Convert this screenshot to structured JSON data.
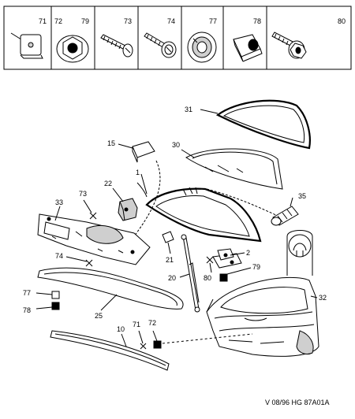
{
  "hardware_header": {
    "numbers": [
      "71",
      "72",
      "79",
      "73",
      "74",
      "77",
      "78",
      "80"
    ]
  },
  "callouts": {
    "c31": "31",
    "c15": "15",
    "c30": "30",
    "c1": "1",
    "c22": "22",
    "c35": "35",
    "c73": "73",
    "c33": "33",
    "c21": "21",
    "c2": "2",
    "c74": "74",
    "c80": "80",
    "c79": "79",
    "c20": "20",
    "c77": "77",
    "c32": "32",
    "c25": "25",
    "c78": "78",
    "c10": "10",
    "c71": "71",
    "c72": "72"
  },
  "reference": "V 08/96 HG 87A01A"
}
